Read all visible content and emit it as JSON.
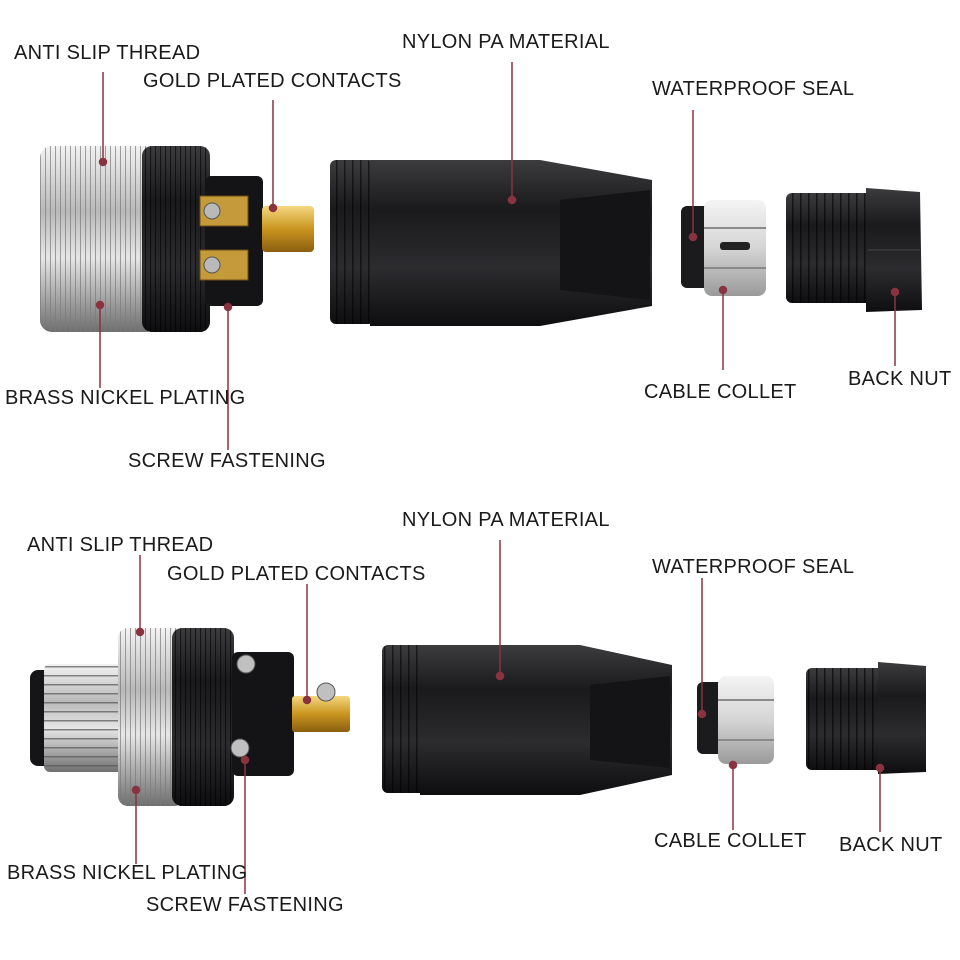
{
  "colors": {
    "background": "#ffffff",
    "label_text": "#1a1a1a",
    "leader_line": "#8a3340",
    "body_black": "#1e1e20",
    "silver": "#c9c9c9",
    "gold": "#d9a830"
  },
  "diagrams": [
    {
      "labels": {
        "anti_slip_thread": "ANTI SLIP THREAD",
        "gold_plated_contacts": "GOLD PLATED CONTACTS",
        "nylon_pa_material": "NYLON PA MATERIAL",
        "waterproof_seal": "WATERPROOF SEAL",
        "brass_nickel_plating": "BRASS NICKEL PLATING",
        "screw_fastening": "SCREW FASTENING",
        "cable_collet": "CABLE COLLET",
        "back_nut": "BACK NUT"
      }
    },
    {
      "labels": {
        "anti_slip_thread": "ANTI SLIP THREAD",
        "gold_plated_contacts": "GOLD PLATED CONTACTS",
        "nylon_pa_material": "NYLON PA MATERIAL",
        "waterproof_seal": "WATERPROOF SEAL",
        "brass_nickel_plating": "BRASS NICKEL PLATING",
        "screw_fastening": "SCREW FASTENING",
        "cable_collet": "CABLE COLLET",
        "back_nut": "BACK NUT"
      }
    }
  ]
}
